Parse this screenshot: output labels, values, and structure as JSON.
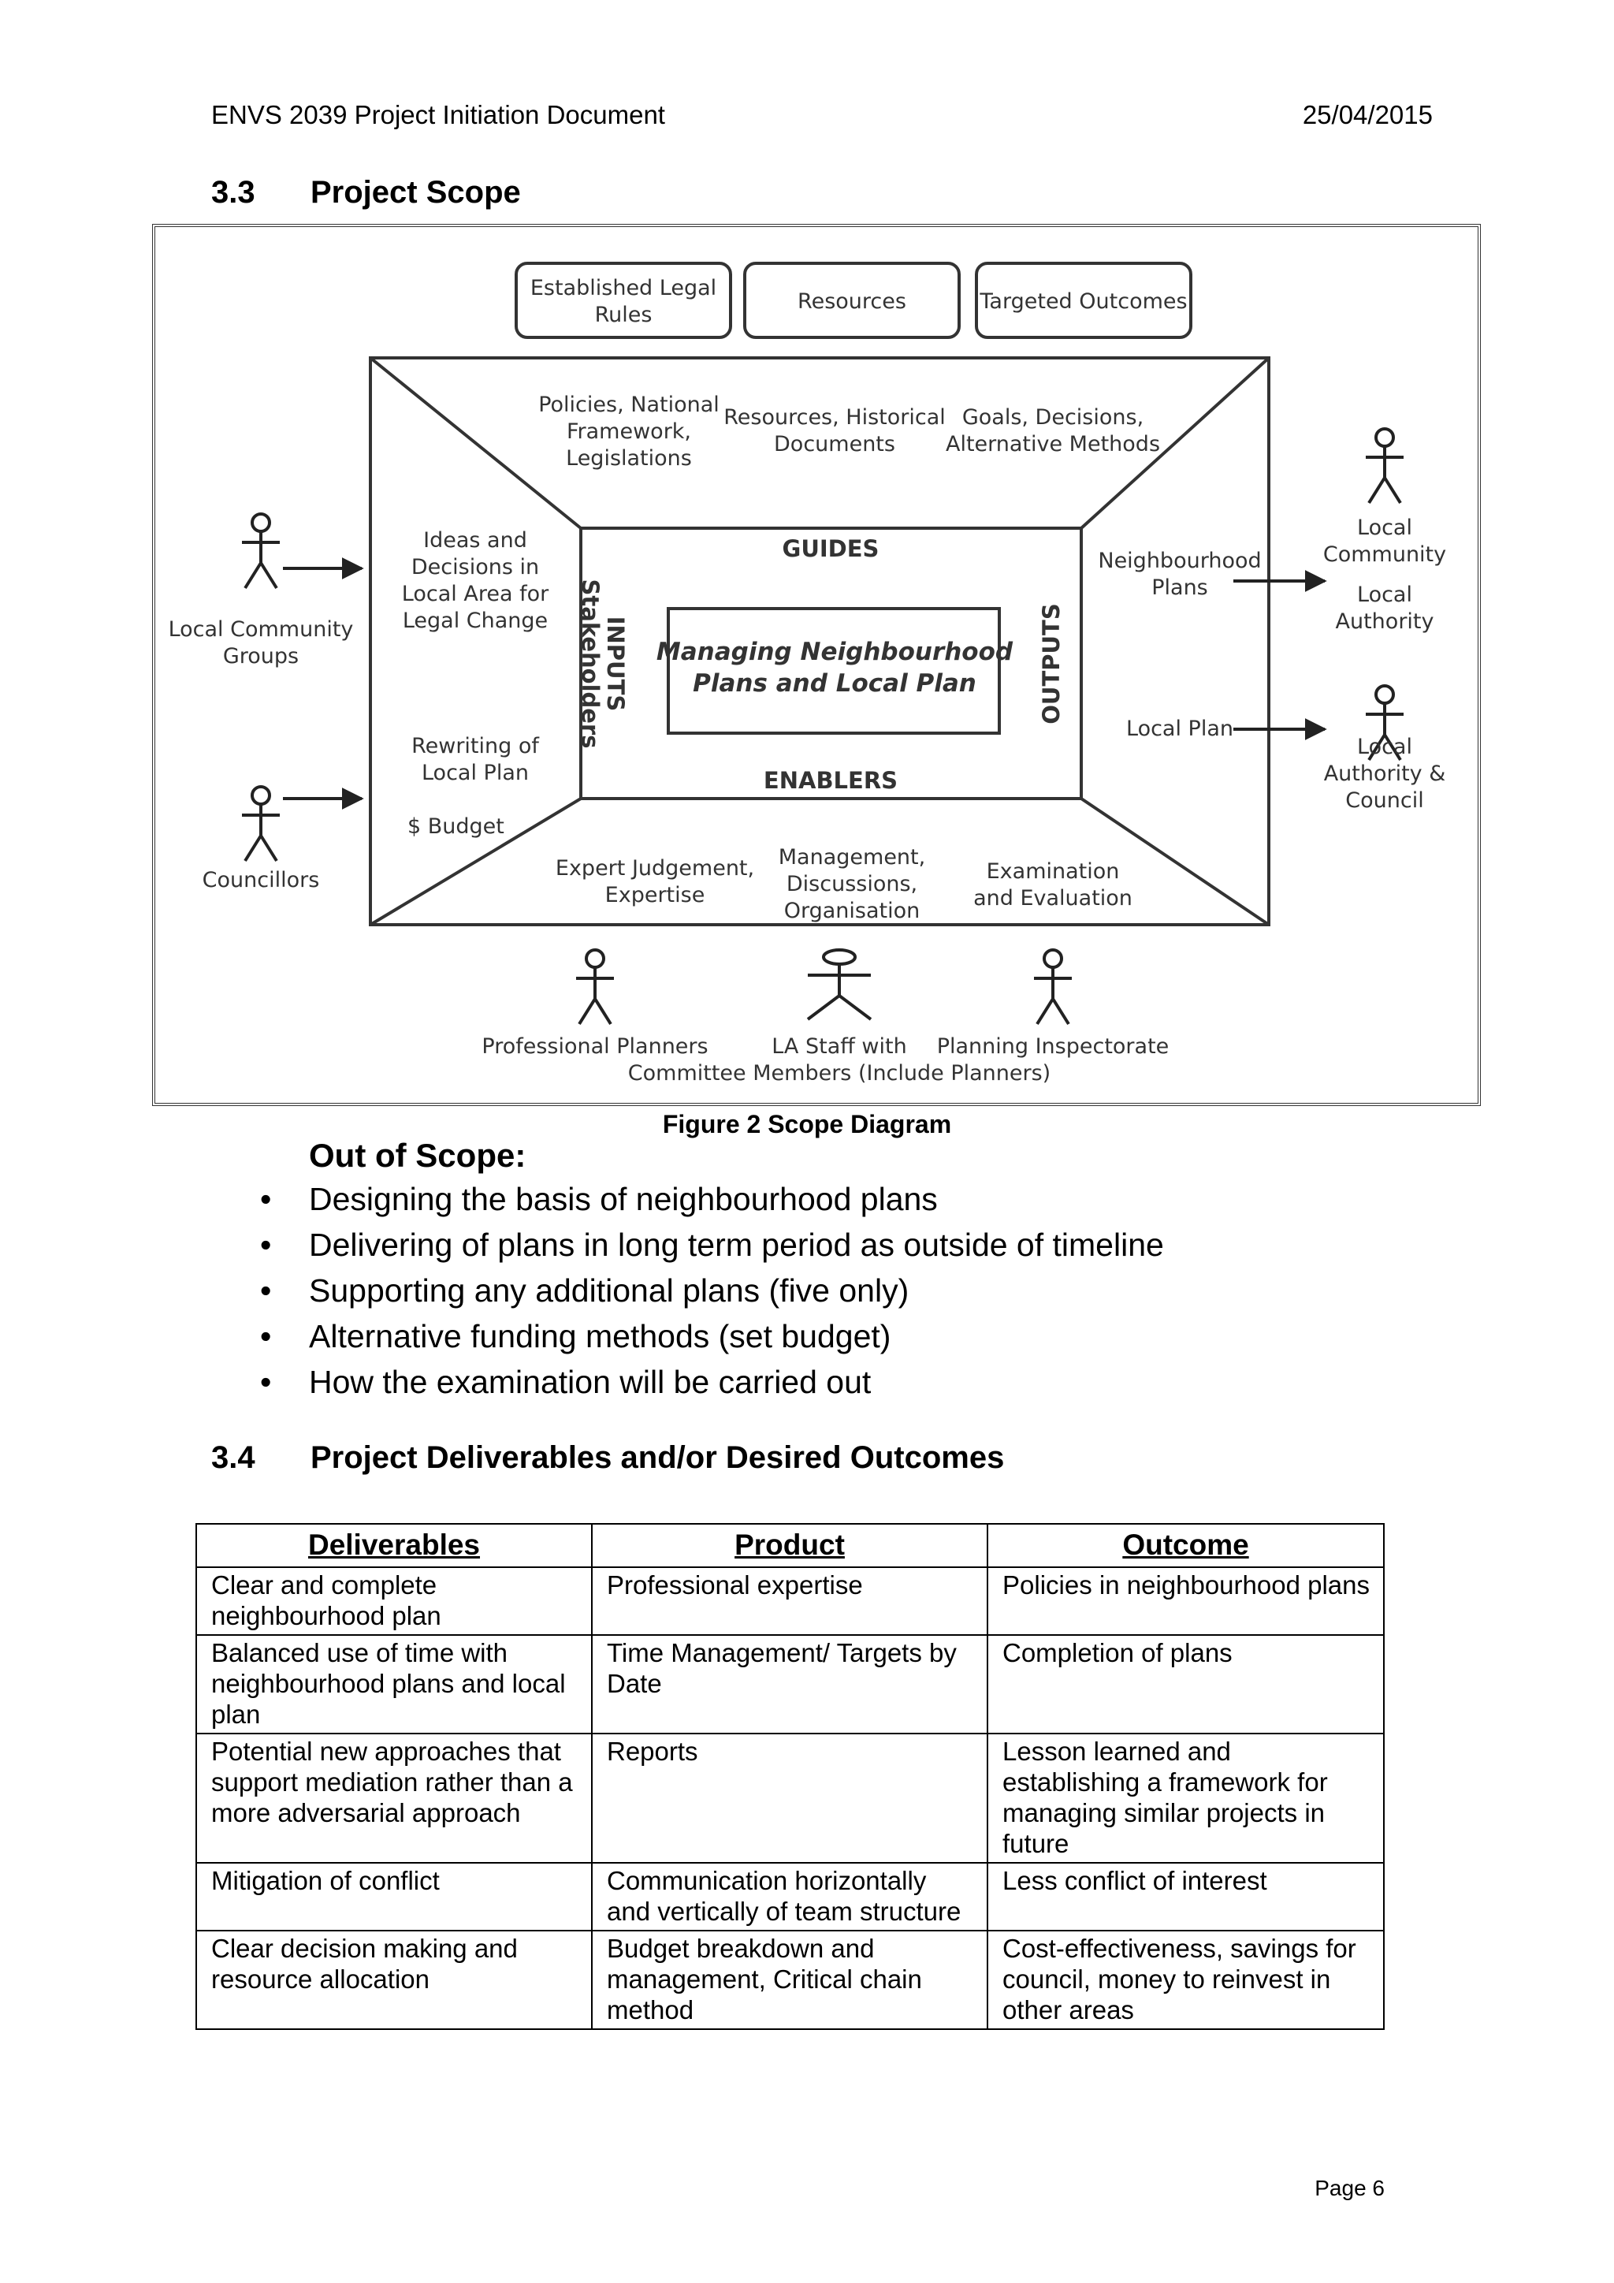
{
  "header": {
    "doc_title": "ENVS 2039 Project Initiation Document",
    "date": "25/04/2015"
  },
  "section_3_3": {
    "number": "3.3",
    "title": "Project Scope"
  },
  "diagram": {
    "top_boxes": [
      [
        "Established Legal",
        "Rules"
      ],
      [
        "Resources"
      ],
      [
        "Targeted Outcomes"
      ]
    ],
    "top_labels": [
      [
        "Policies, National",
        "Framework,",
        "Legislations"
      ],
      [
        "Resources, Historical",
        "Documents"
      ],
      [
        "Goals, Decisions,",
        "Alternative Methods"
      ]
    ],
    "left_labels": [
      [
        "Ideas and",
        "Decisions in",
        "Local Area for",
        "Legal Change"
      ],
      [
        "Rewriting of",
        "Local Plan"
      ],
      [
        "$ Budget"
      ]
    ],
    "right_labels": [
      [
        "Neighbourhood",
        "Plans"
      ],
      [
        "Local Plan"
      ]
    ],
    "bottom_labels": [
      [
        "Expert Judgement,",
        "Expertise"
      ],
      [
        "Management,",
        "Discussions,",
        "Organisation"
      ],
      [
        "Examination",
        "and Evaluation"
      ]
    ],
    "inner": {
      "guides": "GUIDES",
      "enablers": "ENABLERS",
      "inputs": "INPUTS",
      "stakeholders": "Stakeholders",
      "outputs": "OUTPUTS",
      "center": [
        "Managing Neighbourhood",
        "Plans and Local Plan"
      ]
    },
    "actors": {
      "local_community_groups": [
        "Local Community",
        "Groups"
      ],
      "councillors": [
        "Councillors"
      ],
      "professional_planners": [
        "Professional Planners"
      ],
      "la_staff": [
        "LA Staff with",
        "Committee Members (Include Planners)"
      ],
      "planning_inspectorate": [
        "Planning Inspectorate"
      ],
      "local_community_authority": [
        "Local",
        "Community",
        "Local",
        "Authority"
      ],
      "local_authority_council": [
        "Local",
        "Authority &",
        "Council"
      ]
    }
  },
  "figure_caption": "Figure 2 Scope Diagram",
  "out_of_scope": {
    "heading": "Out of Scope:",
    "bullet": "•",
    "items": [
      "Designing the basis of neighbourhood plans",
      "Delivering of plans in long term period as outside of timeline",
      "Supporting any additional plans (five only)",
      "Alternative funding methods (set budget)",
      "How the examination will be carried out"
    ]
  },
  "section_3_4": {
    "number": "3.4",
    "title": "Project Deliverables and/or Desired Outcomes"
  },
  "deliverables_table": {
    "headers": [
      "Deliverables",
      "Product",
      "Outcome"
    ],
    "rows": [
      [
        "Clear and complete neighbourhood plan",
        "Professional expertise",
        "Policies in neighbourhood plans"
      ],
      [
        "Balanced use of time with neighbourhood plans and local plan",
        "Time Management/ Targets by Date",
        "Completion of plans"
      ],
      [
        "Potential new approaches that support mediation rather than a more adversarial approach",
        "Reports",
        "Lesson learned and establishing a framework for managing similar projects in future"
      ],
      [
        "Mitigation of conflict",
        "Communication horizontally and vertically of team structure",
        "Less conflict of interest"
      ],
      [
        "Clear decision making and resource allocation",
        "Budget breakdown and management, Critical chain method",
        "Cost-effectiveness, savings for council, money to reinvest in other areas"
      ]
    ]
  },
  "footer": {
    "page": "Page  6"
  }
}
